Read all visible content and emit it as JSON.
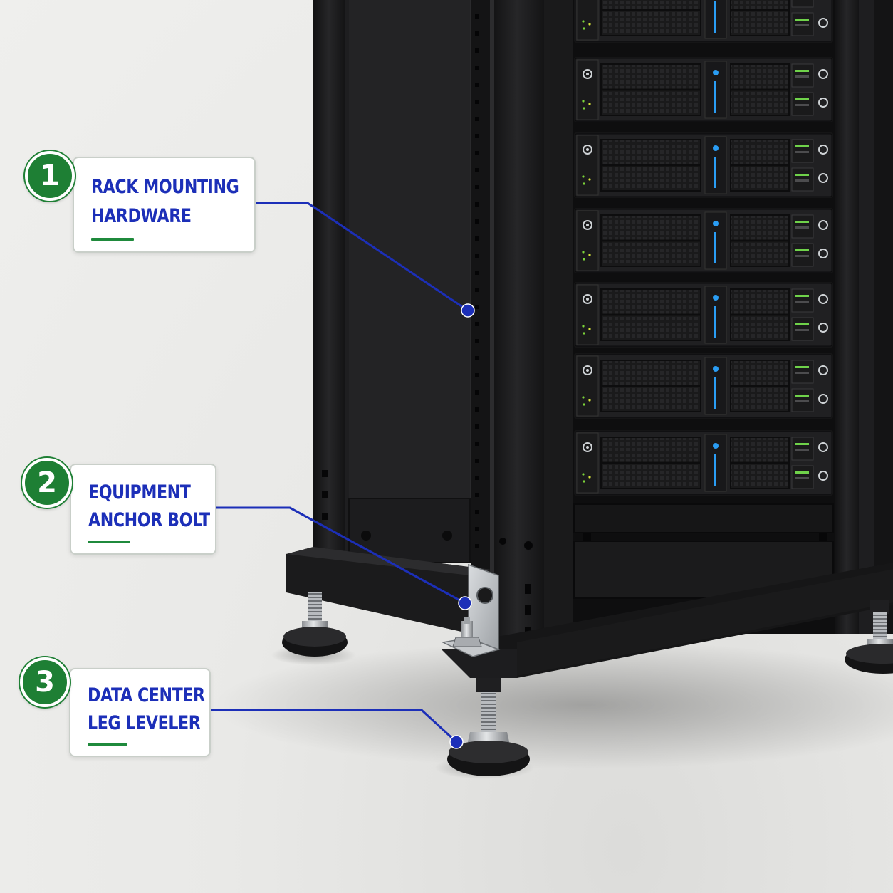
{
  "callouts": [
    {
      "number": "1",
      "line1": "RACK MOUNTING",
      "line2": "HARDWARE"
    },
    {
      "number": "2",
      "line1": "EQUIPMENT",
      "line2": "ANCHOR BOLT"
    },
    {
      "number": "3",
      "line1": "DATA CENTER",
      "line2": "LEG LEVELER"
    }
  ],
  "colors": {
    "label_text": "#1c2fb8",
    "leader_line": "#1c2fb8",
    "badge_fill": "#1e7f34",
    "accent_bar": "#1f8a3c",
    "rack_body": "#1b1b1c",
    "led_blue": "#2a9df4",
    "led_green": "#7cd43a"
  },
  "icons": [
    "server-rack",
    "anchor-bracket-icon",
    "leveling-foot-icon"
  ]
}
